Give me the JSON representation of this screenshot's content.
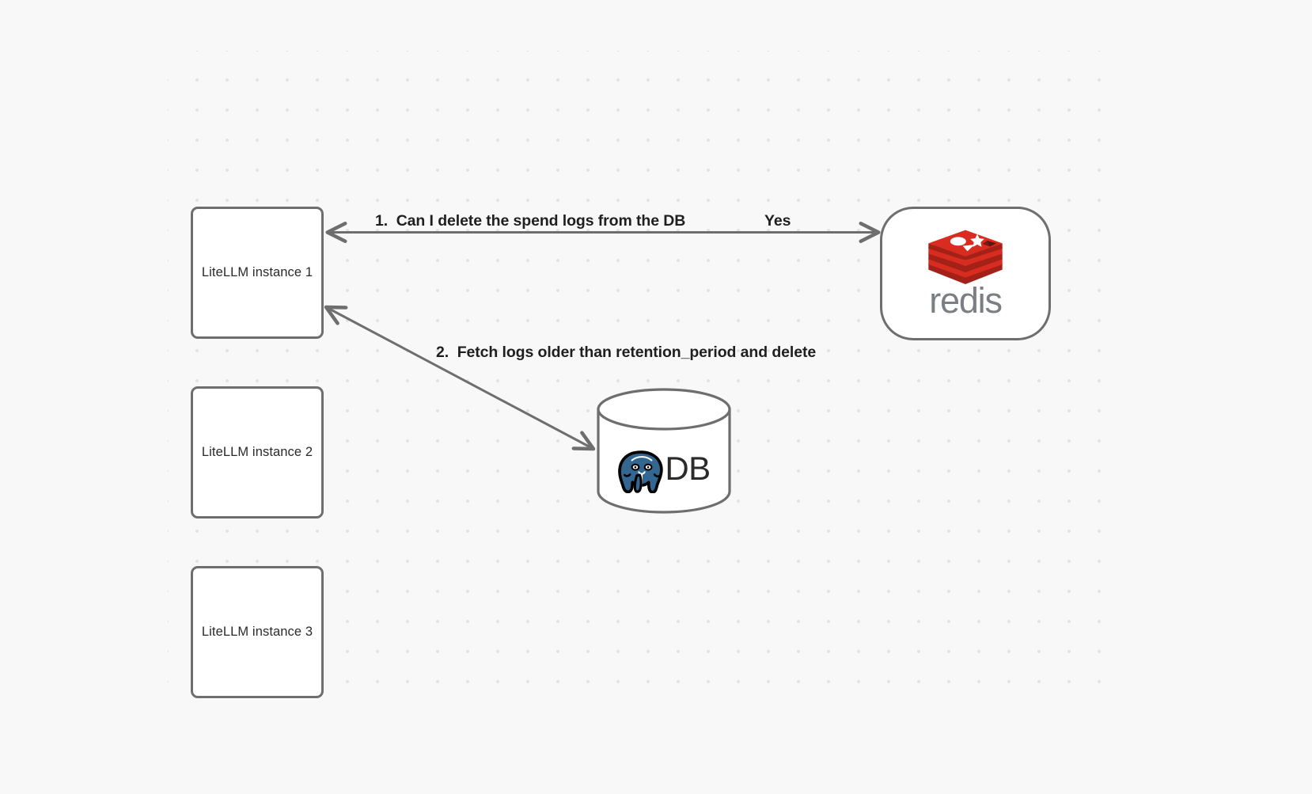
{
  "diagram": {
    "background_color": "#f8f8f9",
    "dot_grid_color": "#e3e4e6",
    "node_border_color": "#6e6e6e",
    "edge_color": "#6e6e6e"
  },
  "nodes": {
    "llm_instances": [
      {
        "id": "llm-1",
        "label": "LiteLLM instance 1"
      },
      {
        "id": "llm-2",
        "label": "LiteLLM instance 2"
      },
      {
        "id": "llm-3",
        "label": "LiteLLM instance 3"
      }
    ],
    "redis": {
      "wordmark": "redis",
      "logo_color": "#d82c20",
      "wordmark_color": "#7b7f83"
    },
    "database": {
      "label": "DB",
      "logo_color": "#336791"
    }
  },
  "edges": [
    {
      "id": "edge-1",
      "from": "redis",
      "to": "llm-1",
      "label": "1.  Can I delete the spend logs from the DB",
      "reply_label": "Yes",
      "bidirectional": true
    },
    {
      "id": "edge-2",
      "from": "database",
      "to": "llm-1",
      "label": "2.  Fetch logs older than retention_period and delete",
      "bidirectional": true
    }
  ]
}
